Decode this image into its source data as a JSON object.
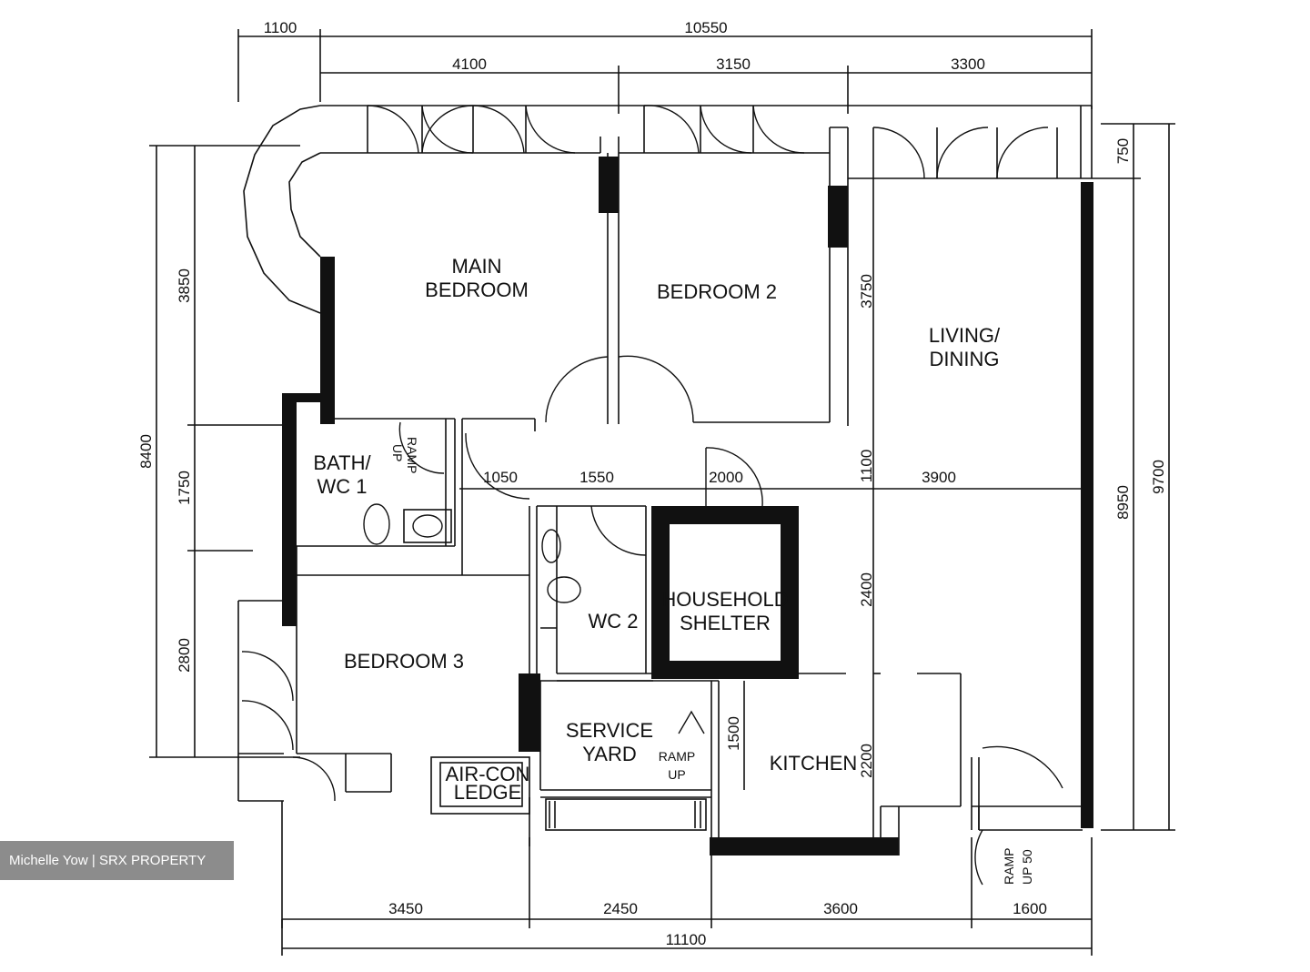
{
  "rooms": {
    "main_bedroom_1": "MAIN",
    "main_bedroom_2": "BEDROOM",
    "bedroom2": "BEDROOM  2",
    "living_1": "LIVING/",
    "living_2": "DINING",
    "bath_1": "BATH/",
    "bath_2": "WC 1",
    "wc2": "WC 2",
    "shelter_1": "HOUSEHOLD",
    "shelter_2": "SHELTER",
    "bedroom3": "BEDROOM  3",
    "service_1": "SERVICE",
    "service_2": "YARD",
    "kitchen": "KITCHEN",
    "aircon_1": "AIR-CON",
    "aircon_2": "LEDGE"
  },
  "ramps": {
    "bath_ramp_1": "RAMP",
    "bath_ramp_2": "UP",
    "yard_ramp_1": "RAMP",
    "yard_ramp_2": "UP",
    "entry_ramp_1": "RAMP",
    "entry_ramp_2": "UP 50"
  },
  "dimensions": {
    "top_left": "1100",
    "top_total": "10550",
    "top_a": "4100",
    "top_b": "3150",
    "top_c": "3300",
    "left_total": "8400",
    "left_a": "3850",
    "left_b": "1750",
    "left_c": "2800",
    "right_total": "9700",
    "right_top": "750",
    "right_mid": "8950",
    "mid_living": "3750",
    "mid_1100": "1100",
    "row_1050": "1050",
    "row_1550": "1550",
    "row_2000": "2000",
    "row_3900": "3900",
    "shelter_v": "2400",
    "yard_v": "1500",
    "kitchen_v": "2200",
    "bottom_a": "3450",
    "bottom_b": "2450",
    "bottom_c": "3600",
    "bottom_d": "1600",
    "bottom_total": "11100"
  },
  "watermark": "Michelle Yow | SRX PROPERTY"
}
